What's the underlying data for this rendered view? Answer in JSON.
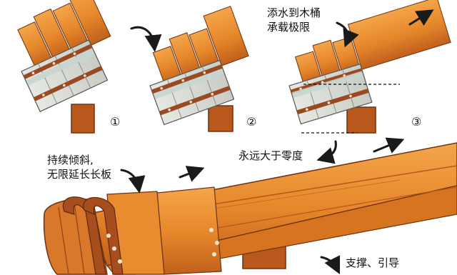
{
  "labels": {
    "fill_water": "添水到木桶\n承载极限",
    "above_zero": "永远大于零度",
    "keep_tilting": "持续倾斜,\n无限延长长板",
    "support": "支撑、引导"
  },
  "stage_numbers": [
    "①",
    "②",
    "③"
  ],
  "colors": {
    "wood": "#e8862a",
    "wood_dark": "#b8561a",
    "stave": "#d9dcd4",
    "stave_line": "#8a8f88",
    "band": "#9a4a22",
    "rivet": "#f2e4d0",
    "water": "#c8d5cf",
    "support": "#b9581c",
    "arrow": "#1a1a1a"
  },
  "icons": [
    "curved-arrow-icon",
    "straight-arrow-icon"
  ]
}
